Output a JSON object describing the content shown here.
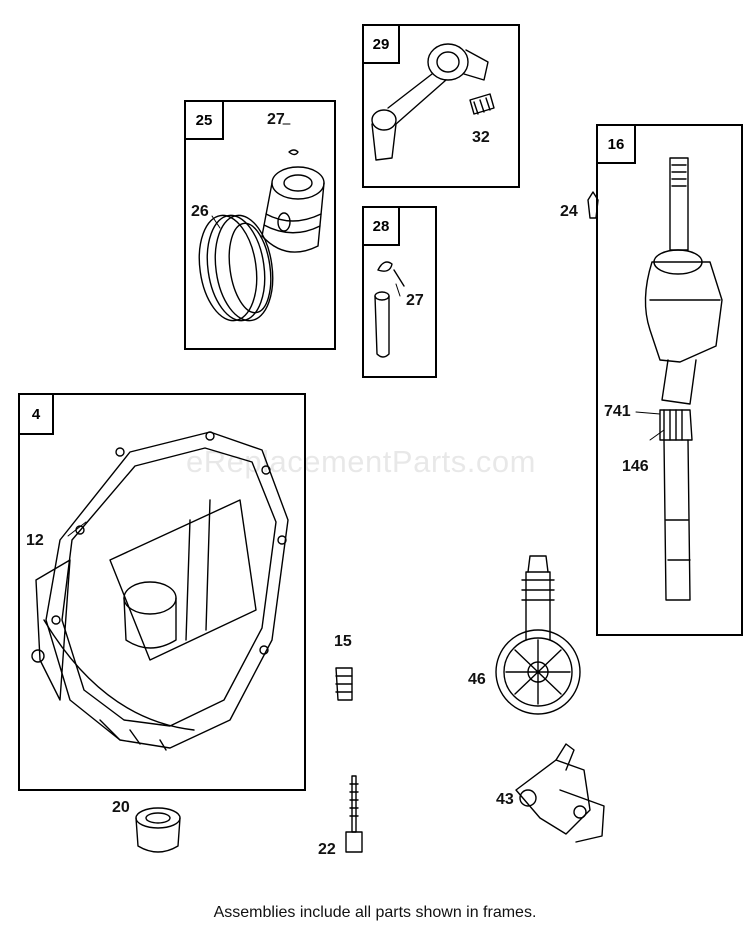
{
  "frames": {
    "f25": "25",
    "f29": "29",
    "f28": "28",
    "f16": "16",
    "f4": "4"
  },
  "parts": {
    "p27a": "27",
    "p26": "26",
    "p32": "32",
    "p27b": "27",
    "p24": "24",
    "p741": "741",
    "p146": "146",
    "p12": "12",
    "p15": "15",
    "p46": "46",
    "p43": "43",
    "p20": "20",
    "p22": "22"
  },
  "watermark": "eReplacementParts.com",
  "caption": "Assemblies include all parts shown in frames."
}
